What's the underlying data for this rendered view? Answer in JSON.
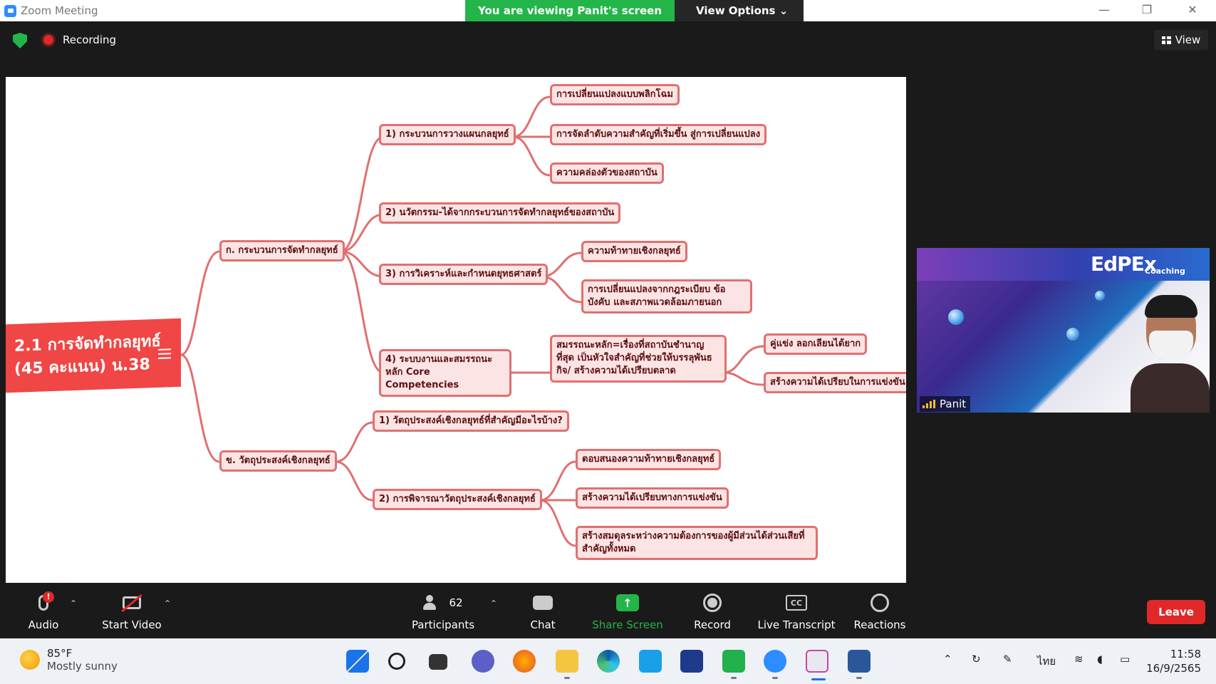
{
  "window": {
    "app_title": "Zoom Meeting",
    "banner_text": "You are viewing Panit's screen",
    "view_options_label": "View Options",
    "minimize": "—",
    "restore": "❐",
    "close": "✕"
  },
  "meeting": {
    "recording_label": "Recording",
    "view_label": "View"
  },
  "mindmap": {
    "root": [
      "2.1 การจัดทำกลยุทธ์",
      "(45 คะแนน) น.38"
    ],
    "branch_a": "ก. กระบวนการจัดทำกลยุทธ์",
    "a1": "1) กระบวนการวางแผนกลยุทธ์",
    "a1_children": [
      "การเปลี่ยนแปลงแบบพลิกโฉม",
      "การจัดลำดับความสำคัญที่เริ่มขึ้น สู่การเปลี่ยนแปลง",
      "ความคล่องตัวของสถาบัน"
    ],
    "a2": "2) นวัตกรรม-ได้จากกระบวนการจัดทำกลยุทธ์ของสถาบัน",
    "a3": "3) การวิเคราะห์และกำหนดยุทธศาสตร์",
    "a3_children": [
      "ความท้าทายเชิงกลยุทธ์",
      "การเปลี่ยนแปลงจากกฎระเบียบ ข้อบังคับ และสภาพแวดล้อมภายนอก"
    ],
    "a4": "4) ระบบงานและสมรรถนะหลัก Core Competencies",
    "a4_child": "สมรรถนะหลัก=เรื่องที่สถาบันชำนาญที่สุด เป็นหัวใจสำคัญที่ช่วยให้บรรลุพันธกิจ/ สร้างความได้เปรียบตลาด",
    "a4_grandchildren": [
      "คู่แข่ง ลอกเลียนได้ยาก",
      "สร้างความได้เปรียบในการแข่งขัน"
    ],
    "branch_b": "ข. วัตถุประสงค์เชิงกลยุทธ์",
    "b1": "1) วัตถุประสงค์เชิงกลยุทธ์ที่สำคัญมีอะไรบ้าง?",
    "b2": "2) การพิจารณาวัตถุประสงค์เชิงกลยุทธ์",
    "b2_children": [
      "ตอบสนองความท้าทายเชิงกลยุทธ์",
      "สร้างความได้เปรียบทางการแข่งขัน",
      "สร้างสมดุลระหว่างความต้องการของผู้มีส่วนได้ส่วนเสียที่สำคัญทั้งหมด"
    ]
  },
  "gallery": {
    "participant_name": "Panit",
    "edpex_text": "EdPEx",
    "coaching_text": "Coaching"
  },
  "toolbar": {
    "audio": "Audio",
    "start_video": "Start Video",
    "participants": "Participants",
    "participants_count": "62",
    "chat": "Chat",
    "share_screen": "Share Screen",
    "record": "Record",
    "live_transcript": "Live Transcript",
    "reactions": "Reactions",
    "leave": "Leave",
    "cc_text": "CC"
  },
  "taskbar": {
    "temperature": "85°F",
    "weather": "Mostly sunny",
    "language": "ไทย",
    "time": "11:58",
    "date": "16/9/2565"
  },
  "colors": {
    "zoom_green": "#23b549",
    "zoom_red": "#e02828",
    "mindmap_root": "#f04646",
    "mindmap_node_border": "#e07070",
    "mindmap_node_fill": "#fde4e4"
  }
}
